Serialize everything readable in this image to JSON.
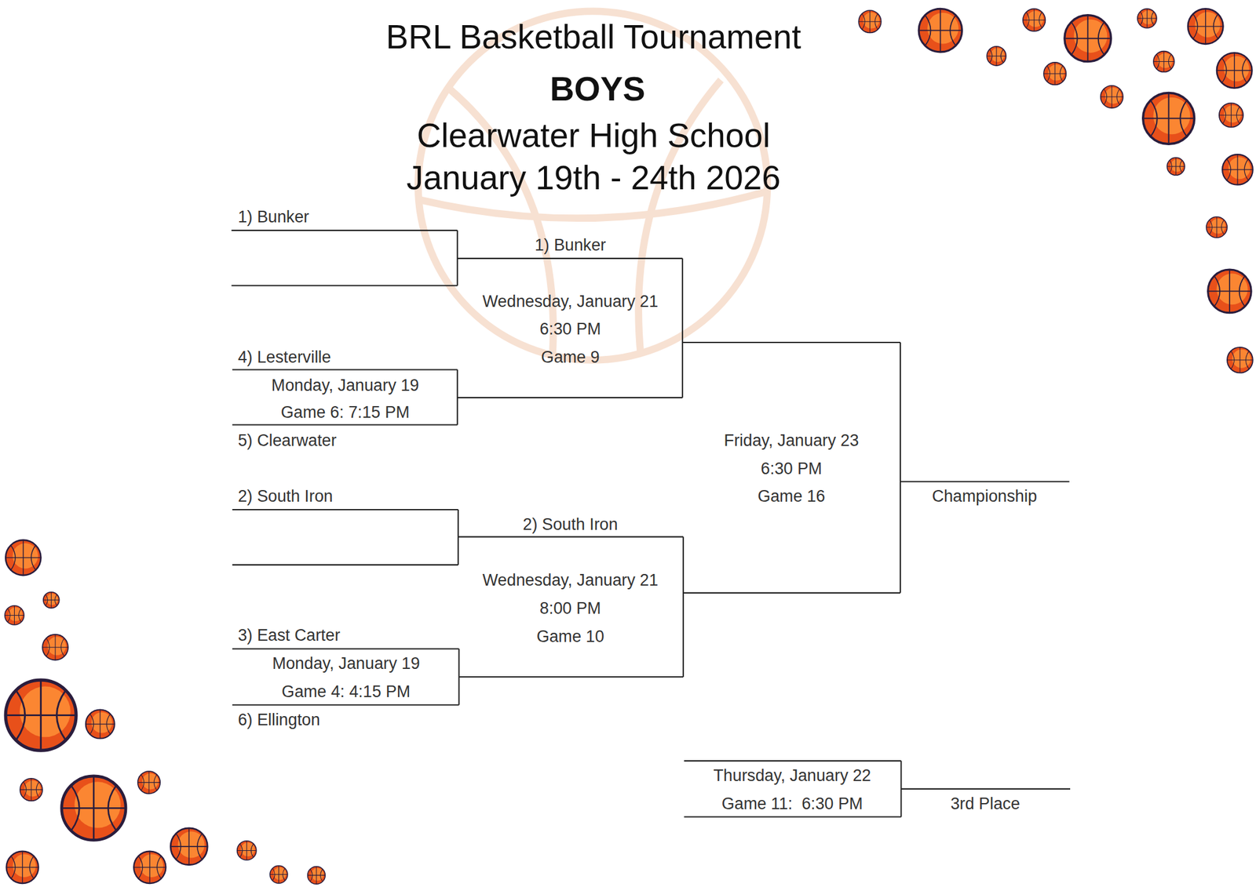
{
  "diagram": {
    "title": "BRL Basketball Tournament",
    "labels": [
      "BOYS",
      "Clearwater High School",
      "January 19th - 24th 2026",
      "1) Bunker",
      "1) Bunker",
      "Wednesday, January 21",
      "6:30 PM",
      "Game 9",
      "4) Lesterville",
      "Monday, January 19",
      "Game 6: 7:15 PM",
      "5) Clearwater",
      "Friday, January 23",
      "6:30 PM",
      "Game 16",
      "Championship",
      "2) South Iron",
      "2) South Iron",
      "Wednesday, January 21",
      "8:00 PM",
      "Game 10",
      "3) East Carter",
      "Monday, January 19",
      "Game 4: 4:15 PM",
      "6) Ellington",
      "Thursday, January 22",
      "Game 11:  6:30 PM",
      "3rd Place"
    ]
  }
}
